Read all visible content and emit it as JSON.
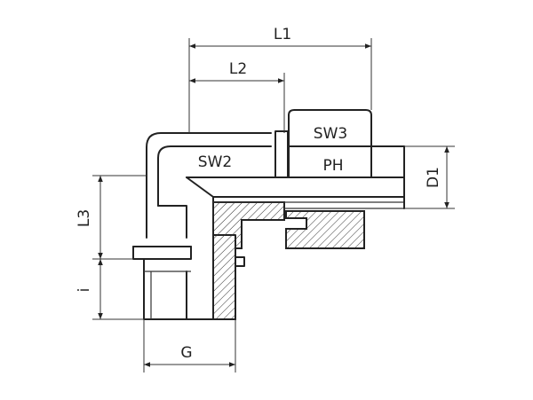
{
  "labels": {
    "L1": "L1",
    "L2": "L2",
    "L3": "L3",
    "i": "i",
    "G": "G",
    "D1": "D1",
    "SW2": "SW2",
    "SW3": "SW3",
    "PH": "PH"
  }
}
